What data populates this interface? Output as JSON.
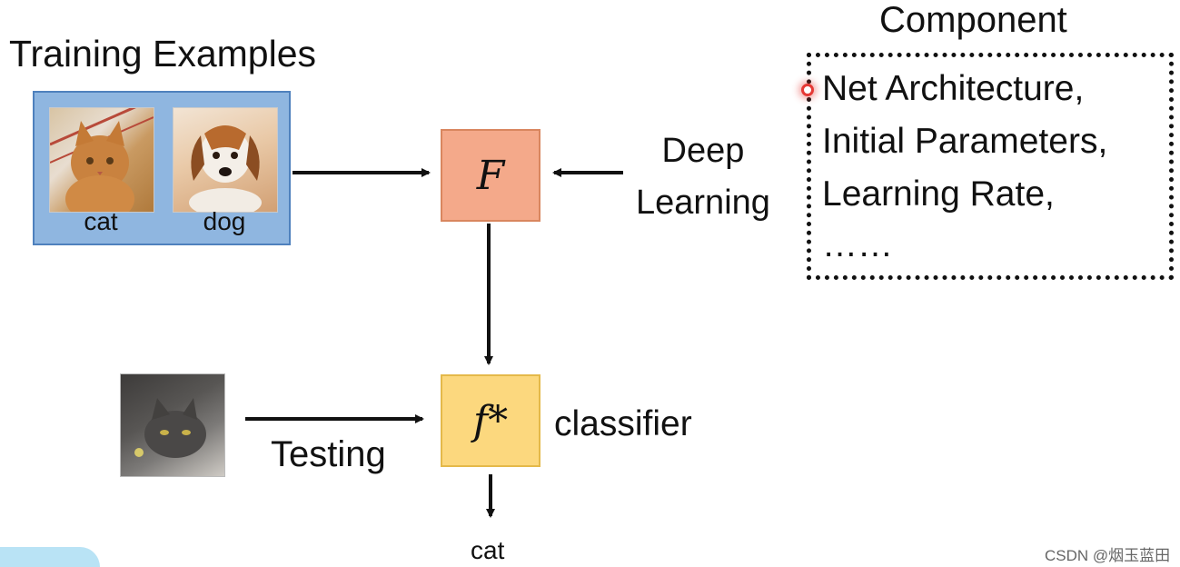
{
  "training": {
    "title": "Training Examples",
    "cat_label": "cat",
    "dog_label": "dog"
  },
  "function_box": {
    "symbol": "F"
  },
  "deep_learning": {
    "line1": "Deep",
    "line2": "Learning"
  },
  "component": {
    "title": "Component",
    "items": [
      "Net Architecture,",
      "Initial Parameters,",
      "Learning Rate,",
      "……"
    ]
  },
  "testing": {
    "label": "Testing"
  },
  "classifier_box": {
    "symbol": "f*",
    "label": "classifier"
  },
  "output": {
    "label": "cat"
  },
  "watermark": "CSDN @烟玉蓝田",
  "colors": {
    "training_box": "#8fb6e0",
    "function_box": "#f4a98a",
    "classifier_box": "#fcd87e",
    "pointer": "#e53935"
  }
}
